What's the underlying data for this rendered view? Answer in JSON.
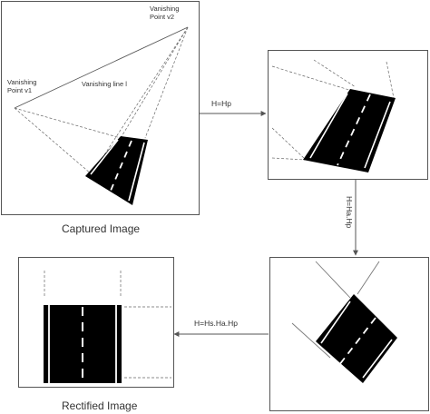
{
  "panels": {
    "captured": {
      "caption": "Captured Image",
      "vp_v1_line1": "Vanishing",
      "vp_v1_line2": "Point v1",
      "vp_v2_line1": "Vanishing",
      "vp_v2_line2": "Point v2",
      "vanishing_line": "Vanishing line l"
    },
    "rectified": {
      "caption": "Rectified Image"
    }
  },
  "transforms": {
    "projective": "H=Hp",
    "affine": "H=Ha.Hp",
    "similarity": "H=Hs.Ha.Hp"
  },
  "colors": {
    "road": "#000000",
    "lines": "#555555",
    "frame": "#555555"
  }
}
